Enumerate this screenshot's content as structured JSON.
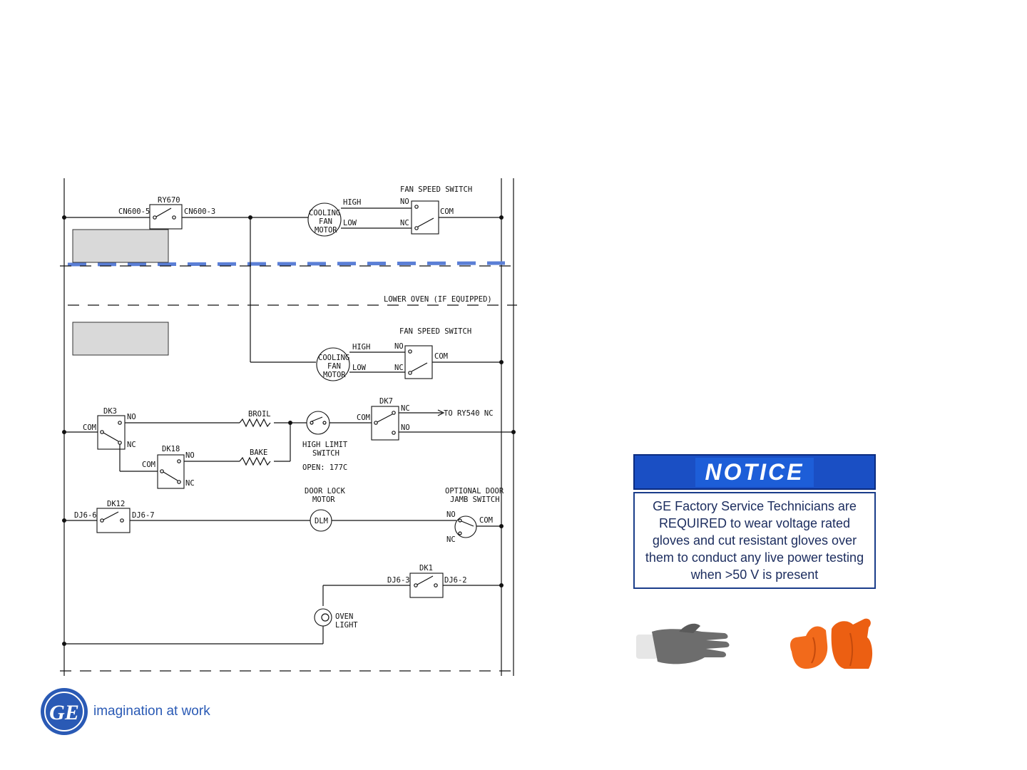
{
  "schematic": {
    "ry670": "RY670",
    "cn600_5": "CN600-5",
    "cn600_3": "CN600-3",
    "fan_speed_switch_upper": "FAN SPEED SWITCH",
    "fan_speed_switch_lower": "FAN SPEED SWITCH",
    "cooling_fan_motor_upper": [
      "COOLING",
      "FAN",
      "MOTOR"
    ],
    "cooling_fan_motor_lower": [
      "COOLING",
      "FAN",
      "MOTOR"
    ],
    "high": "HIGH",
    "low": "LOW",
    "no": "NO",
    "nc": "NC",
    "com": "COM",
    "lower_oven": "LOWER OVEN (IF EQUIPPED)",
    "dk3": "DK3",
    "dk18": "DK18",
    "dk7": "DK7",
    "dk12": "DK12",
    "dk1": "DK1",
    "broil": "BROIL",
    "bake": "BAKE",
    "high_limit_switch": [
      "HIGH LIMIT",
      "SWITCH"
    ],
    "open_temp": "OPEN: 177C",
    "to_ry540": "TO RY540 NC",
    "door_lock_motor": [
      "DOOR LOCK",
      "MOTOR"
    ],
    "dlm": "DLM",
    "optional_door_jamb_switch": [
      "OPTIONAL DOOR",
      "JAMB SWITCH"
    ],
    "dj6_6": "DJ6-6",
    "dj6_7": "DJ6-7",
    "dj6_3": "DJ6-3",
    "dj6_2": "DJ6-2",
    "oven_light": [
      "OVEN",
      "LIGHT"
    ]
  },
  "colors": {
    "highlight_dash": "#5b7fd6",
    "notice_header": "#1a4fc4",
    "notice_text": "#1b2c5e",
    "placeholder_box": "#d9d9d9"
  },
  "notice": {
    "header": "NOTICE",
    "body": "GE Factory Service Technicians are REQUIRED to wear voltage rated gloves and cut resistant gloves over them to conduct any live power testing when >50 V is present"
  },
  "images": {
    "cut_glove": "cut-resistant-glove-icon",
    "rubber_glove": "voltage-rated-glove-icon"
  },
  "logo": {
    "monogram": "GE",
    "tagline": "imagination at work"
  }
}
